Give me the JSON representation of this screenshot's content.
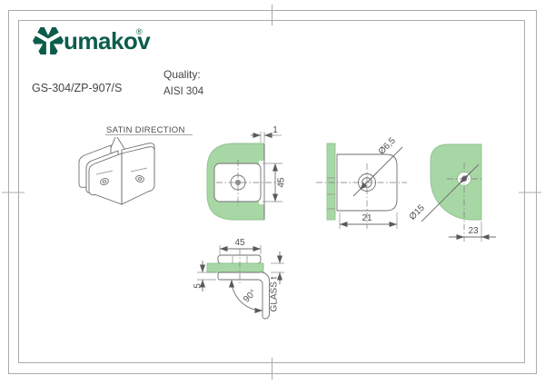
{
  "header": {
    "brand": "umakov",
    "reg": "®",
    "part_number": "GS-304/ZP-907/S",
    "quality_label": "Quality:",
    "quality_value": "AISI 304"
  },
  "colors": {
    "logo_green": "#0d5c4b",
    "glass_green": "#a8d7a6",
    "line_gray": "#6e6e6e"
  },
  "views": {
    "isometric": {
      "satin_label": "SATIN DIRECTION"
    },
    "front": {
      "dim_offset": "1",
      "dim_height": "45"
    },
    "side": {
      "dim_hole": "Ø6,5",
      "dim_distance": "21"
    },
    "glass": {
      "dim_hole": "Ø15",
      "dim_distance": "23"
    },
    "top": {
      "dim_width": "45",
      "dim_thickness": "5",
      "dim_angle": "90°",
      "glass_label": "GLASS t"
    }
  }
}
